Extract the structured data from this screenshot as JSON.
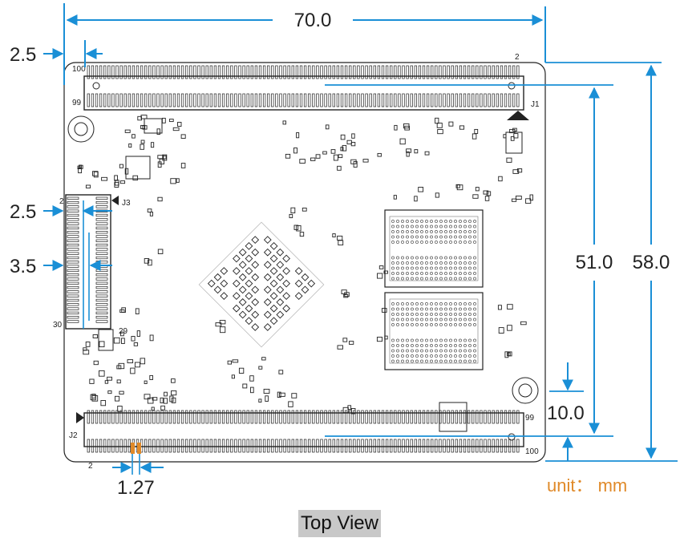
{
  "colors": {
    "dimension": "#1a8fd6",
    "outline": "#222222",
    "pitch_highlight": "#e08a2a",
    "unit_text": "#e08a2a"
  },
  "dimensions": {
    "width": "70.0",
    "left_edge_offset": "2.5",
    "j3_offset": "2.5",
    "j3_width": "3.5",
    "inner_height": "51.0",
    "total_height": "58.0",
    "bottom_offset": "10.0",
    "pin_pitch": "1.27"
  },
  "connectors": {
    "j1": {
      "label": "J1",
      "pin_first": "2",
      "pin_last": "100",
      "pin_second_row": "99"
    },
    "j2": {
      "label": "J2",
      "pin_first": "2",
      "pin_last": "100",
      "pin_second_row": "99"
    },
    "j3": {
      "label": "J3",
      "pin_first": "2",
      "pin_last": "30",
      "pin_second_row": "29"
    }
  },
  "unit": "unit： mm",
  "caption": "Top View"
}
